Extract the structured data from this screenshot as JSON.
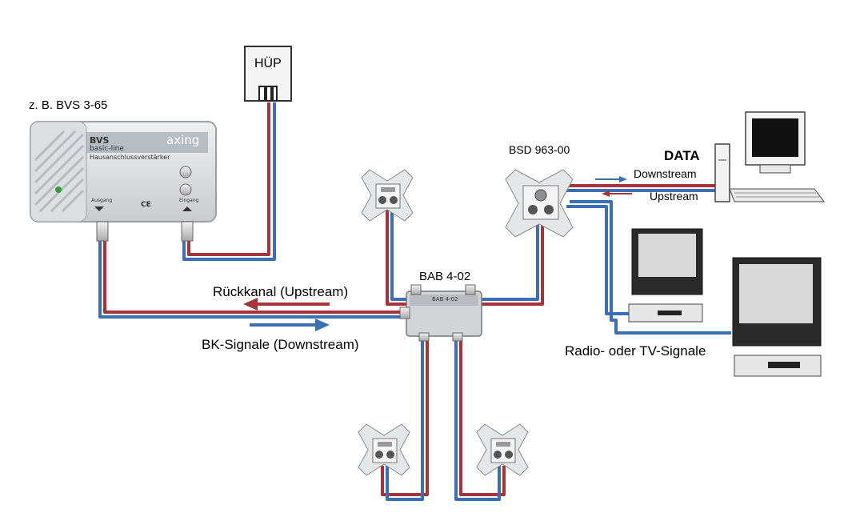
{
  "labels": {
    "amp_model": "z. B. BVS 3-65",
    "hup": "HÜP",
    "bsd": "BSD 963-00",
    "data": "DATA",
    "downstream": "Downstream",
    "upstream": "Upstream",
    "bab": "BAB 4-02",
    "rueckkanal": "Rückkanal (Upstream)",
    "bk_signale": "BK-Signale (Downstream)",
    "radio_tv": "Radio- oder TV-Signale"
  },
  "amplifier": {
    "brand": "axing",
    "line1": "BVS",
    "line2": "basic-line",
    "line3": "Hausanschlussverstärker",
    "out_label": "Ausgang",
    "in_label": "Eingang",
    "ce": "CE"
  },
  "splitter": {
    "marking": "BAB 4-02"
  },
  "colors": {
    "upstream": "#a8323a",
    "downstream": "#3a6fb5"
  }
}
